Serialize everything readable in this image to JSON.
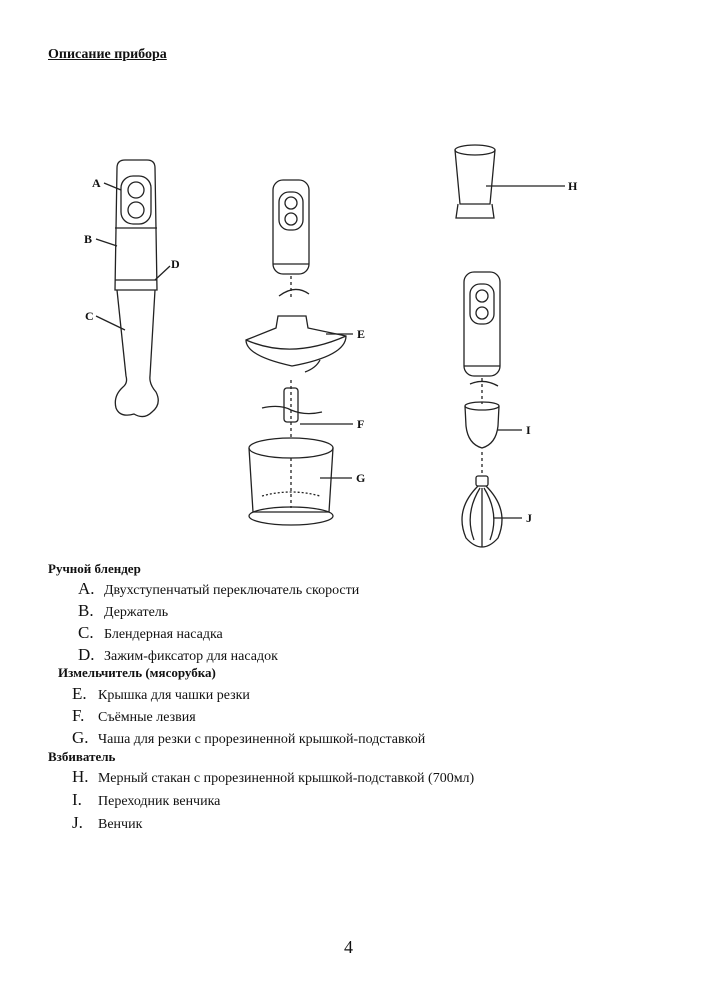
{
  "heading": "Описание прибора",
  "callouts": {
    "A": "A",
    "B": "B",
    "C": "C",
    "D": "D",
    "E": "E",
    "F": "F",
    "G": "G",
    "H": "H",
    "I": "I",
    "J": "J"
  },
  "sections": [
    {
      "title": "Ручной блендер",
      "items": [
        {
          "letter": "A.",
          "text": "Двухступенчатый переключатель скорости"
        },
        {
          "letter": "B.",
          "text": "Держатель"
        },
        {
          "letter": "C.",
          "text": "Блендерная насадка"
        },
        {
          "letter": "D.",
          "text": "Зажим-фиксатор для насадок"
        }
      ]
    },
    {
      "title": "Измельчитель (мясорубка)",
      "items": [
        {
          "letter": "E.",
          "text": "Крышка для чашки резки"
        },
        {
          "letter": "F.",
          "text": "Съёмные лезвия"
        },
        {
          "letter": "G.",
          "text": "Чаша для резки с прорезиненной крышкой-подставкой"
        }
      ]
    },
    {
      "title": "Взбиватель",
      "items": [
        {
          "letter": "H.",
          "text": "Мерный стакан с прорезиненной крышкой-подставкой (700мл)"
        },
        {
          "letter": "I.",
          "text": "Переходник венчика"
        },
        {
          "letter": "J.",
          "text": "Венчик"
        }
      ]
    }
  ],
  "page_number": "4"
}
